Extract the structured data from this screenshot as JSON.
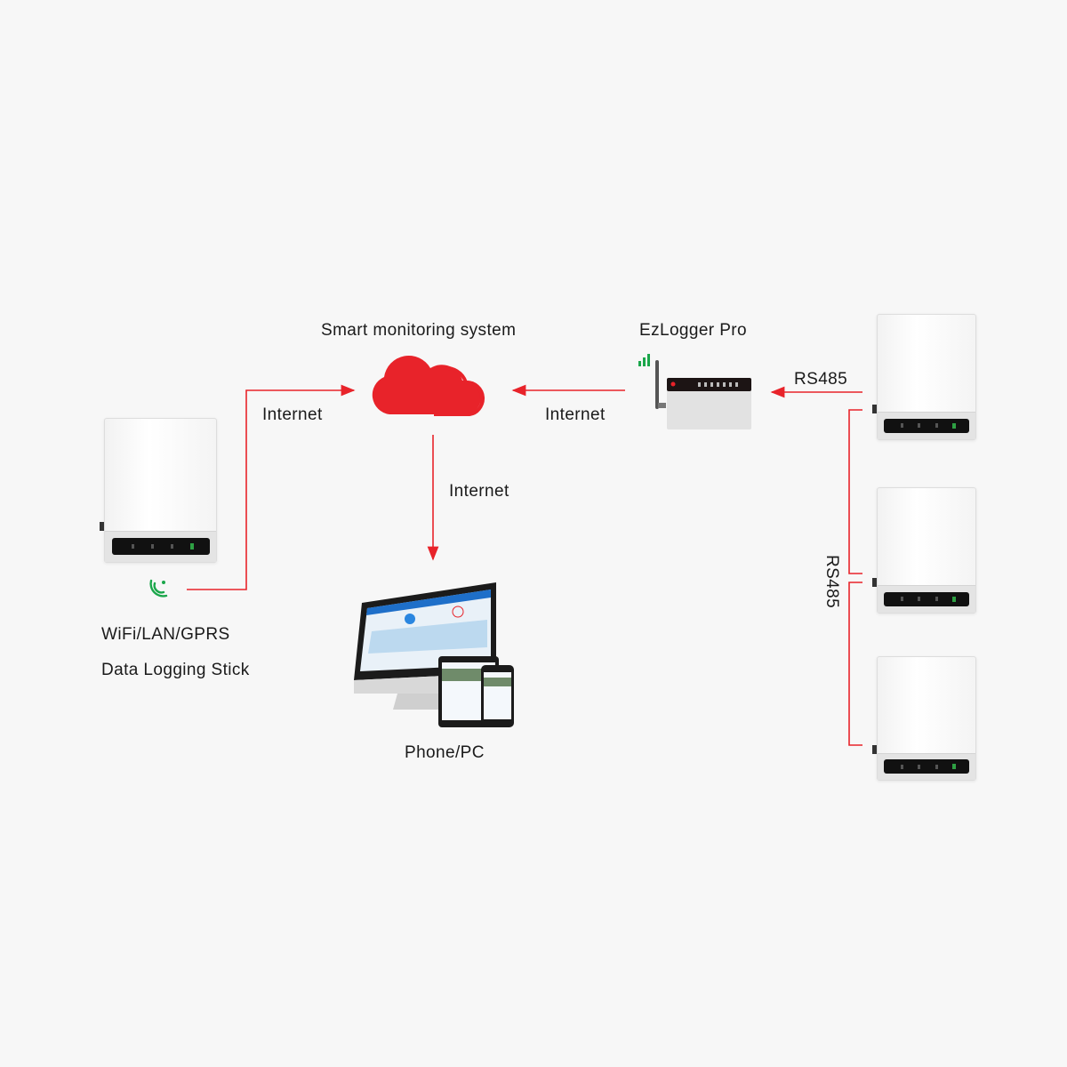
{
  "labels": {
    "smart_monitoring": "Smart monitoring system",
    "ezlogger": "EzLogger Pro",
    "rs485_top": "RS485",
    "rs485_vertical": "RS485",
    "internet_left": "Internet",
    "internet_right": "Internet",
    "internet_down": "Internet",
    "wifi_line1": "WiFi/LAN/GPRS",
    "wifi_line2": "Data Logging Stick",
    "phone_pc": "Phone/PC"
  },
  "colors": {
    "line": "#e8232a",
    "signal": "#1aa64a",
    "cloud": "#e8232a"
  }
}
